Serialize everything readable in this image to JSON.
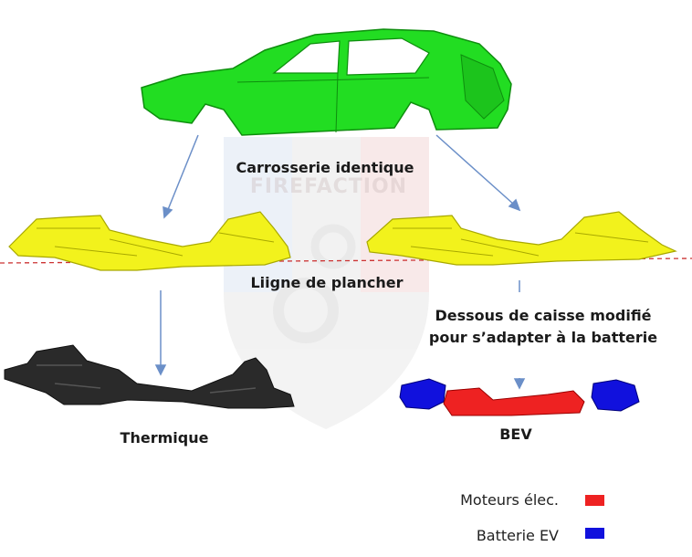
{
  "labels": {
    "body": "Carrosserie identique",
    "floor_line": "Liigne de plancher",
    "underbody_line1": "Dessous de caisse modifié",
    "underbody_line2": "pour s’adapter à la batterie",
    "thermal": "Thermique",
    "bev": "BEV"
  },
  "legend": [
    {
      "label": "Moteurs élec.",
      "color": "#ee2222"
    },
    {
      "label": "Batterie EV",
      "color": "#1111dd"
    }
  ],
  "colors": {
    "car_body": "#22dd22",
    "floor_structure": "#f2f21c",
    "floor_line": "#cc3333",
    "arrow": "#6b8fc8",
    "engine": "#2a2a2a",
    "motor": "#ee2222",
    "battery": "#1111dd"
  },
  "watermark": "FIREFACTION"
}
